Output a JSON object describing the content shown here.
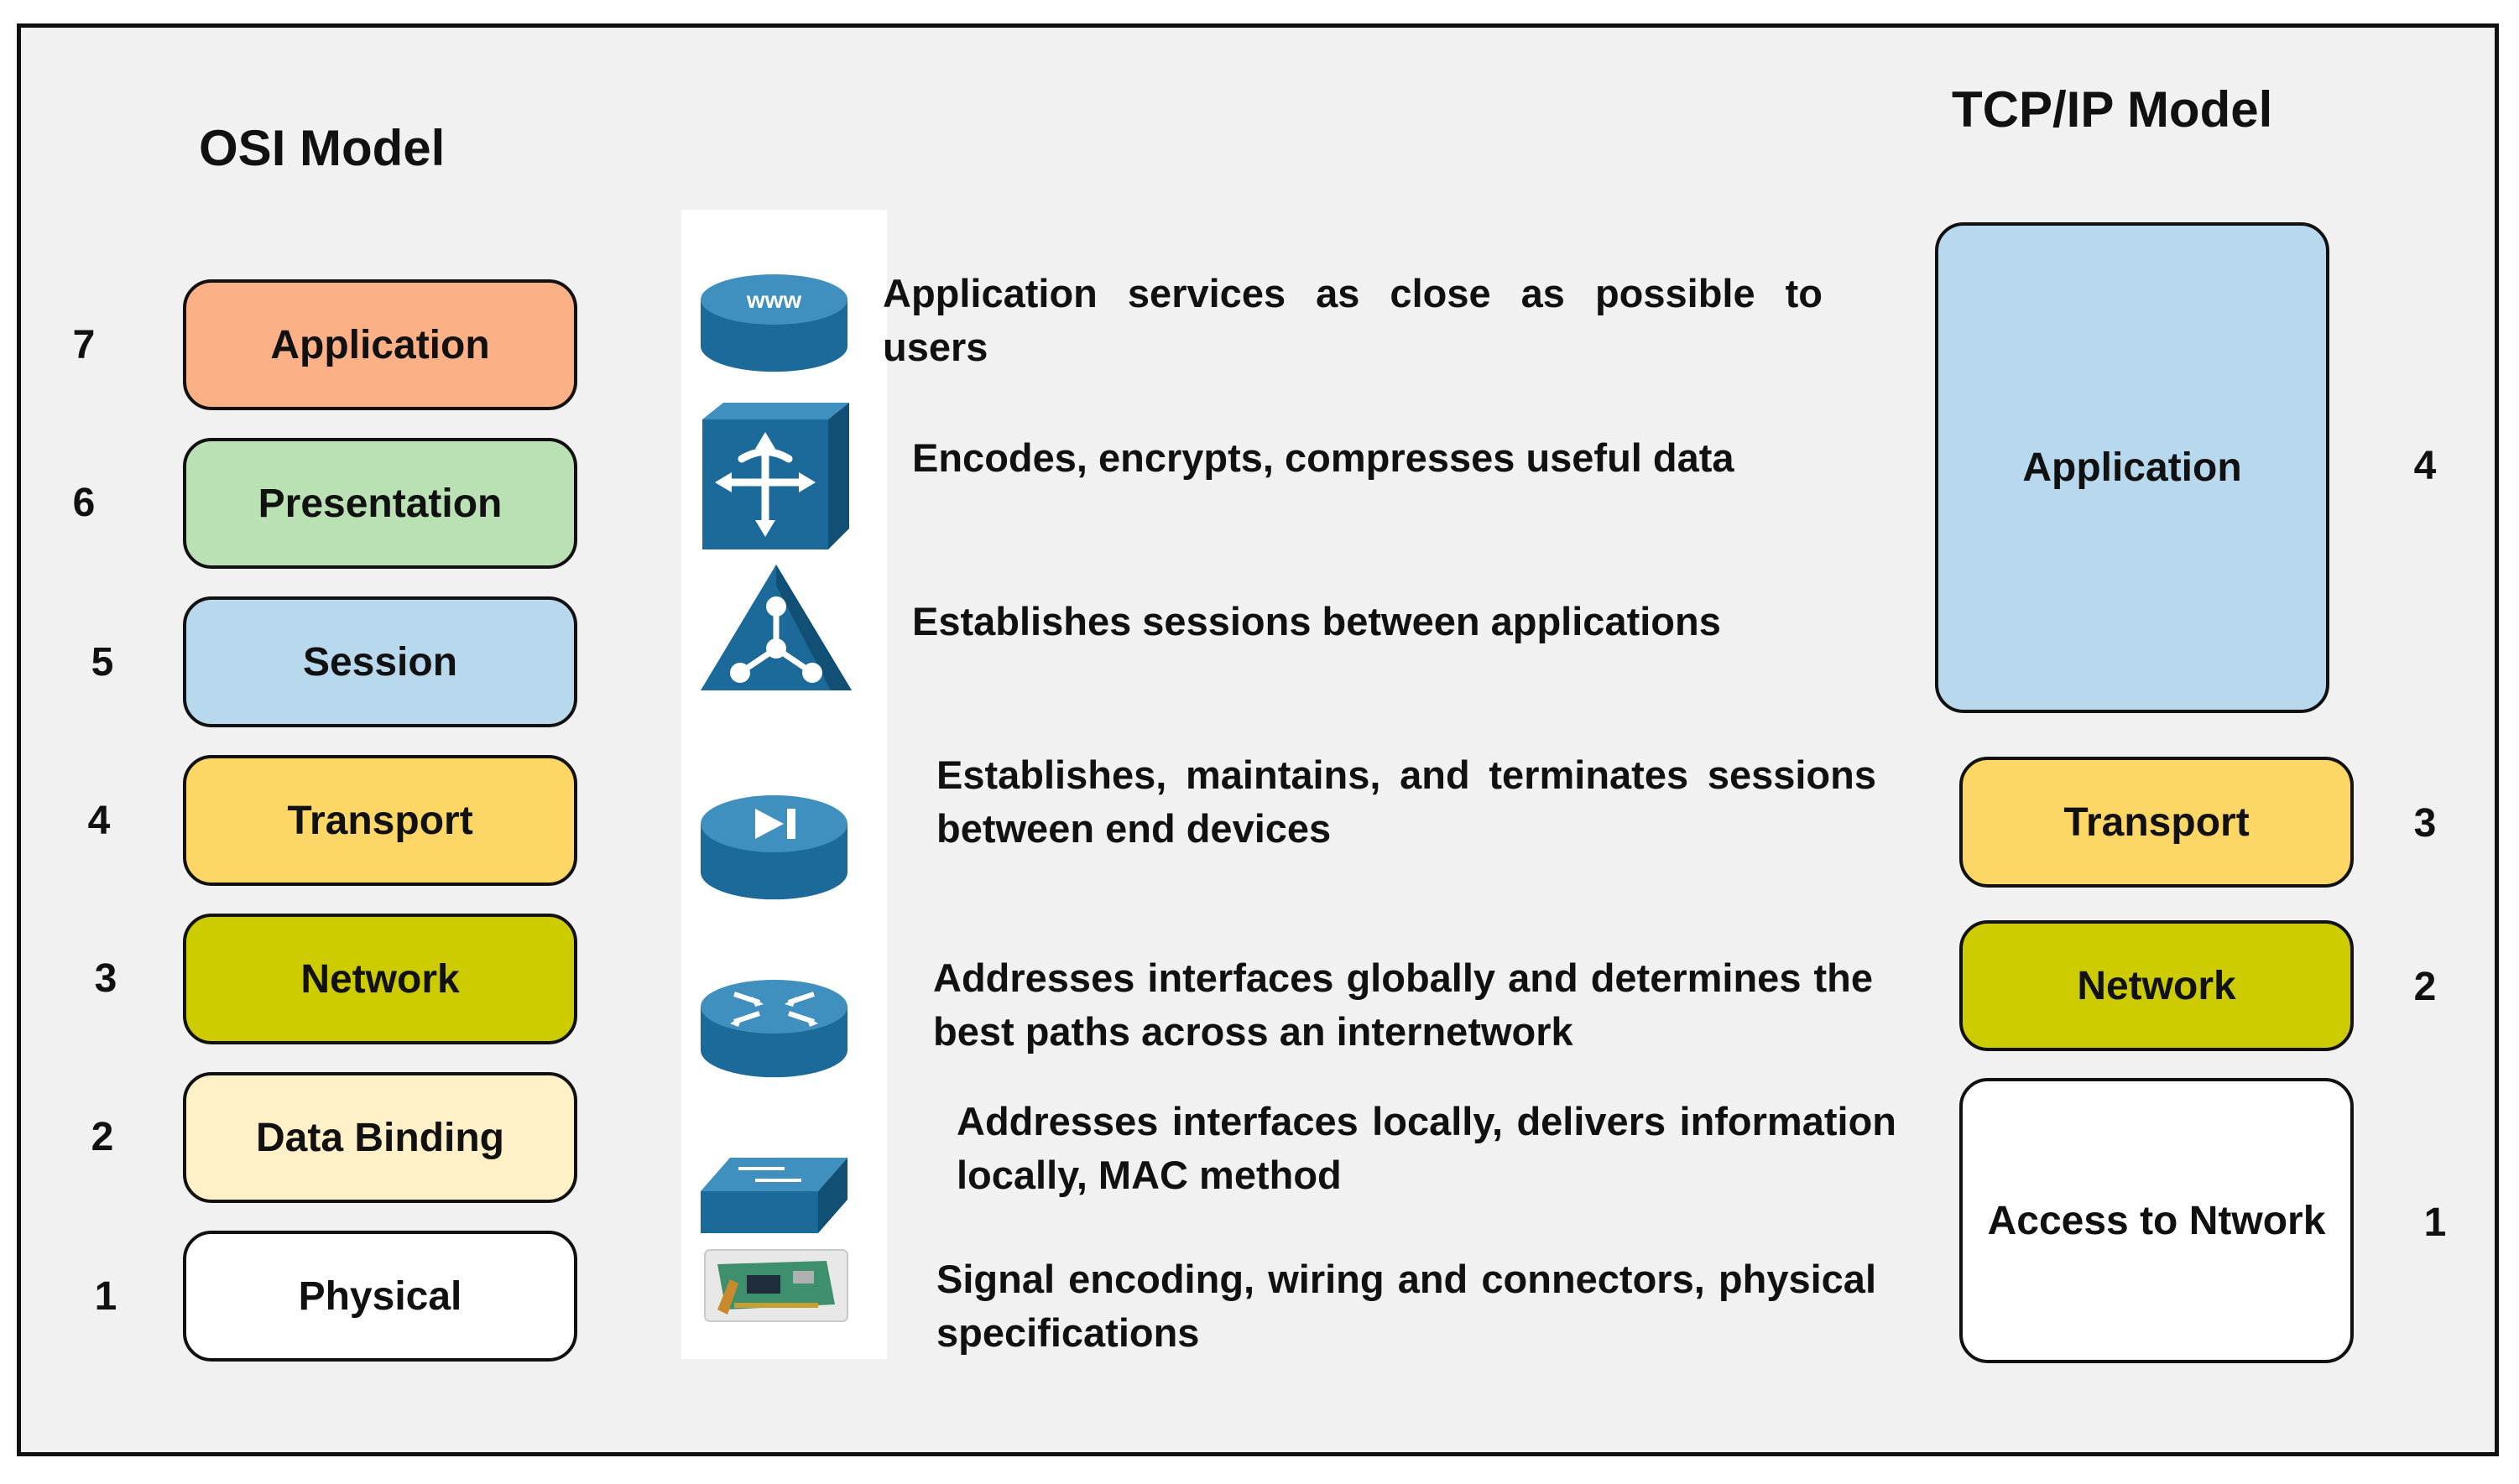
{
  "osi": {
    "title": "OSI Model",
    "layers": [
      {
        "num": "7",
        "label": "Application",
        "color": "#FBB085"
      },
      {
        "num": "6",
        "label": "Presentation",
        "color": "#BAE1B4"
      },
      {
        "num": "5",
        "label": "Session",
        "color": "#B8D8EE"
      },
      {
        "num": "4",
        "label": "Transport",
        "color": "#FDD766"
      },
      {
        "num": "3",
        "label": "Network",
        "color": "#CCCC00"
      },
      {
        "num": "2",
        "label": "Data Binding",
        "color": "#FFF0C8"
      },
      {
        "num": "1",
        "label": "Physical",
        "color": "#FFFFFF"
      }
    ]
  },
  "descriptions": [
    {
      "icon": "www-server-icon",
      "text": "Application services as close as possible to users"
    },
    {
      "icon": "encryption-device-icon",
      "text": "Encodes, encrypts, compresses useful data"
    },
    {
      "icon": "session-hub-icon",
      "text": "Establishes sessions between applications"
    },
    {
      "icon": "transport-device-icon",
      "text": "Establishes, maintains, and terminates sessions between end devices"
    },
    {
      "icon": "router-icon",
      "text": "Addresses interfaces globally and determines the best paths across an internetwork"
    },
    {
      "icon": "switch-icon",
      "text": "Addresses interfaces locally, delivers information locally, MAC method"
    },
    {
      "icon": "network-card-icon",
      "text": "Signal encoding, wiring and connectors, physical specifications"
    }
  ],
  "icon_labels": {
    "www": "www"
  },
  "tcpip": {
    "title": "TCP/IP Model",
    "layers": [
      {
        "num": "4",
        "label": "Application",
        "color": "#B8D8EE"
      },
      {
        "num": "3",
        "label": "Transport",
        "color": "#FDD766"
      },
      {
        "num": "2",
        "label": "Network",
        "color": "#CCCC00"
      },
      {
        "num": "1",
        "label": "Access to Ntwork",
        "color": "#FFFFFF"
      }
    ]
  },
  "colors": {
    "icon_blue": "#1B6A9A",
    "icon_blue_light": "#3F8FBF",
    "frame_bg": "#F1F1F1"
  }
}
